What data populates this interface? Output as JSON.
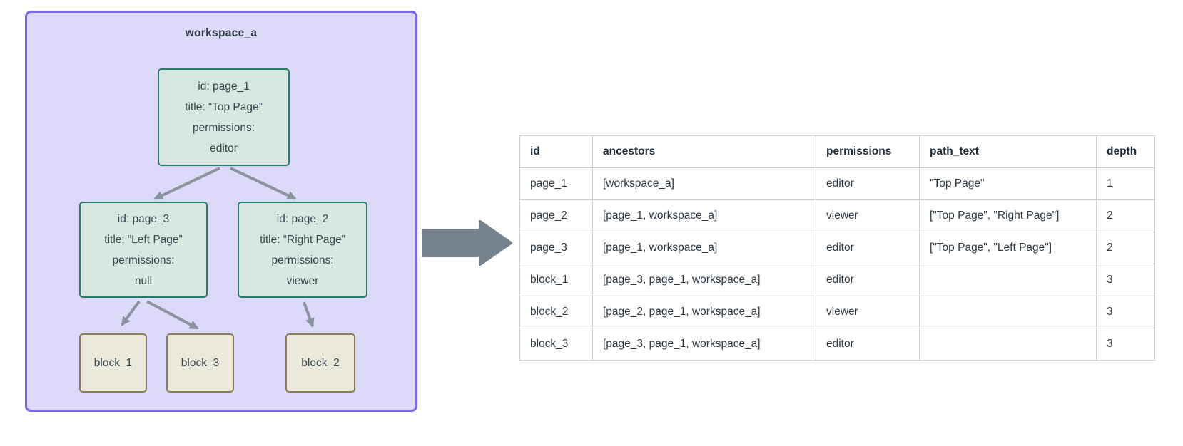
{
  "diagram": {
    "workspace_label": "workspace_a",
    "nodes": {
      "page_1": {
        "lines": [
          "id: page_1",
          "title: “Top Page”",
          "permissions:",
          "editor"
        ]
      },
      "page_3": {
        "lines": [
          "id: page_3",
          "title: “Left Page”",
          "permissions:",
          "null"
        ]
      },
      "page_2": {
        "lines": [
          "id: page_2",
          "title: “Right Page”",
          "permissions:",
          "viewer"
        ]
      }
    },
    "blocks": {
      "block_1": {
        "label": "block_1"
      },
      "block_3": {
        "label": "block_3"
      },
      "block_2": {
        "label": "block_2"
      }
    }
  },
  "table": {
    "columns": [
      "id",
      "ancestors",
      "permissions",
      "path_text",
      "depth"
    ],
    "rows": [
      [
        "page_1",
        "[workspace_a]",
        "editor",
        "\"Top Page\"",
        "1"
      ],
      [
        "page_2",
        "[page_1, workspace_a]",
        "viewer",
        "[\"Top Page\", \"Right Page\"]",
        "2"
      ],
      [
        "page_3",
        "[page_1, workspace_a]",
        "editor",
        "[\"Top Page\", \"Left Page\"]",
        "2"
      ],
      [
        "block_1",
        "[page_3, page_1, workspace_a]",
        "editor",
        "",
        "3"
      ],
      [
        "block_2",
        "[page_2, page_1, workspace_a]",
        "viewer",
        "",
        "3"
      ],
      [
        "block_3",
        "[page_3, page_1, workspace_a]",
        "editor",
        "",
        "3"
      ]
    ]
  },
  "colors": {
    "workspace_fill": "#dcd9f9",
    "workspace_border": "#7b68ee",
    "page_node_fill": "#d8e8e1",
    "page_node_border": "#2b7a6a",
    "block_node_fill": "#ebe8dc",
    "block_node_border": "#8d7d57",
    "edge_arrow": "#8b949c",
    "transform_arrow": "#76828e",
    "table_border": "#c7d0da",
    "text": "#36444e"
  }
}
